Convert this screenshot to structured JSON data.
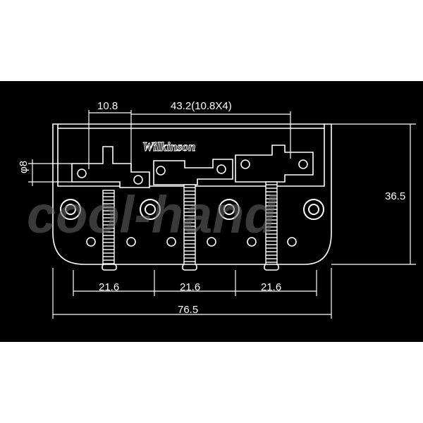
{
  "drawing": {
    "dim_top_left": "10.8",
    "dim_top_right": "43.2(10.8X4)",
    "dim_left_vertical": "φ8",
    "dim_right_vertical": "36.5",
    "dim_bottom_1": "21.6",
    "dim_bottom_2": "21.6",
    "dim_bottom_3": "21.6",
    "dim_bottom_total": "76.5",
    "logo_text": "Wilkinson",
    "watermark_text": "cool-hand"
  },
  "colors": {
    "background": "#000000",
    "page": "#ffffff",
    "line": "#ffffff"
  }
}
